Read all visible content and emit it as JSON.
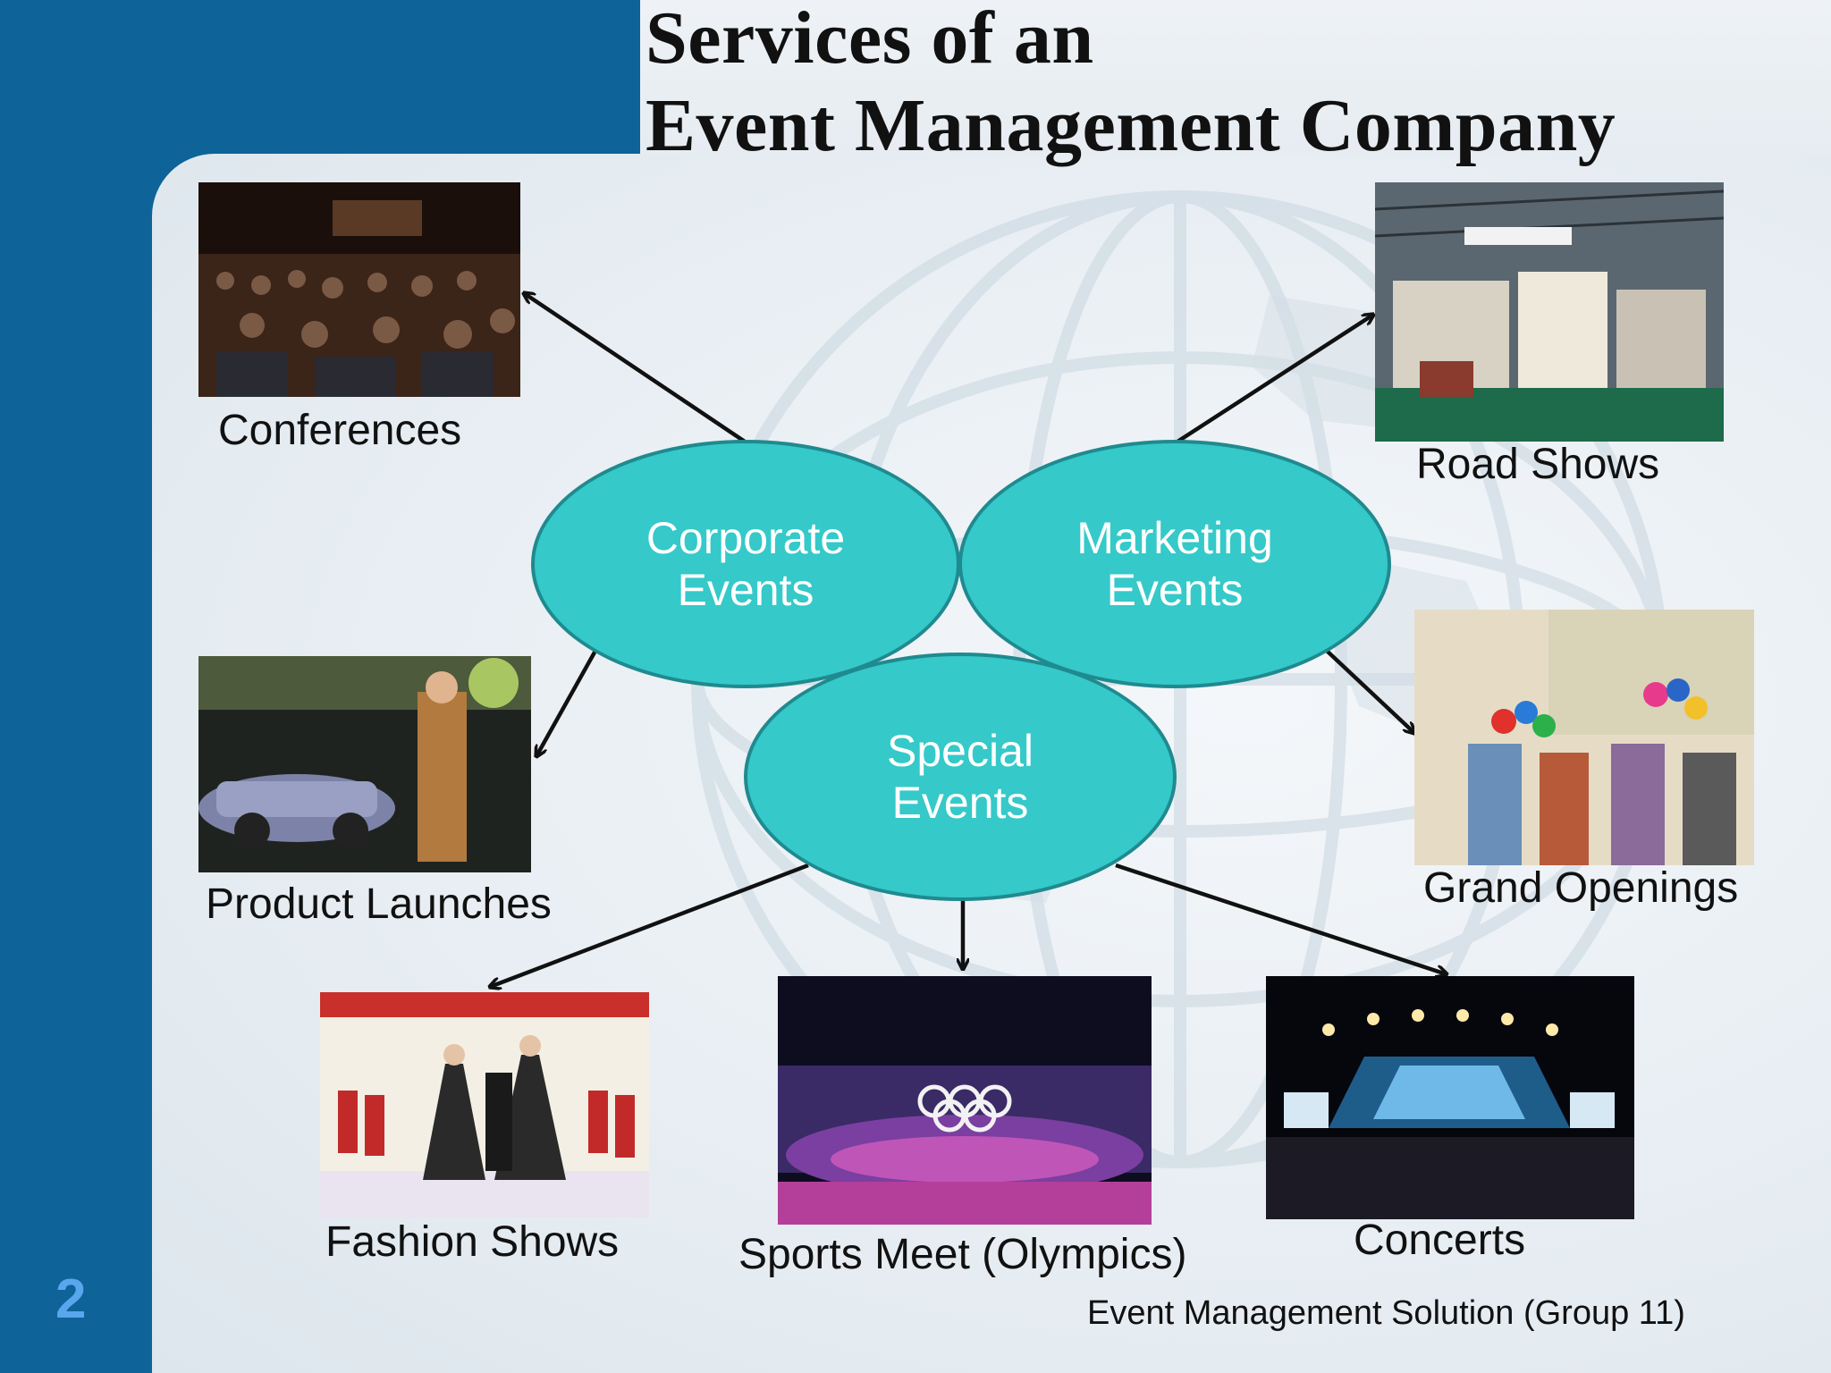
{
  "slide": {
    "title_line1": "Services of an",
    "title_line2": "Event Management Company",
    "page_number": "2",
    "footer": "Event Management Solution (Group 11)"
  },
  "categories": {
    "corporate": {
      "line1": "Corporate",
      "line2": "Events"
    },
    "marketing": {
      "line1": "Marketing",
      "line2": "Events"
    },
    "special": {
      "line1": "Special",
      "line2": "Events"
    }
  },
  "services": {
    "conferences": "Conferences",
    "product_launches": "Product Launches",
    "road_shows": "Road Shows",
    "grand_openings": "Grand Openings",
    "fashion_shows": "Fashion Shows",
    "sports_meet": "Sports Meet (Olympics)",
    "concerts": "Concerts"
  },
  "colors": {
    "sidebar": "#0e6399",
    "ellipse_fill": "#35c9c9",
    "ellipse_border": "#1f8a8f",
    "page_number": "#5aa6ee"
  }
}
